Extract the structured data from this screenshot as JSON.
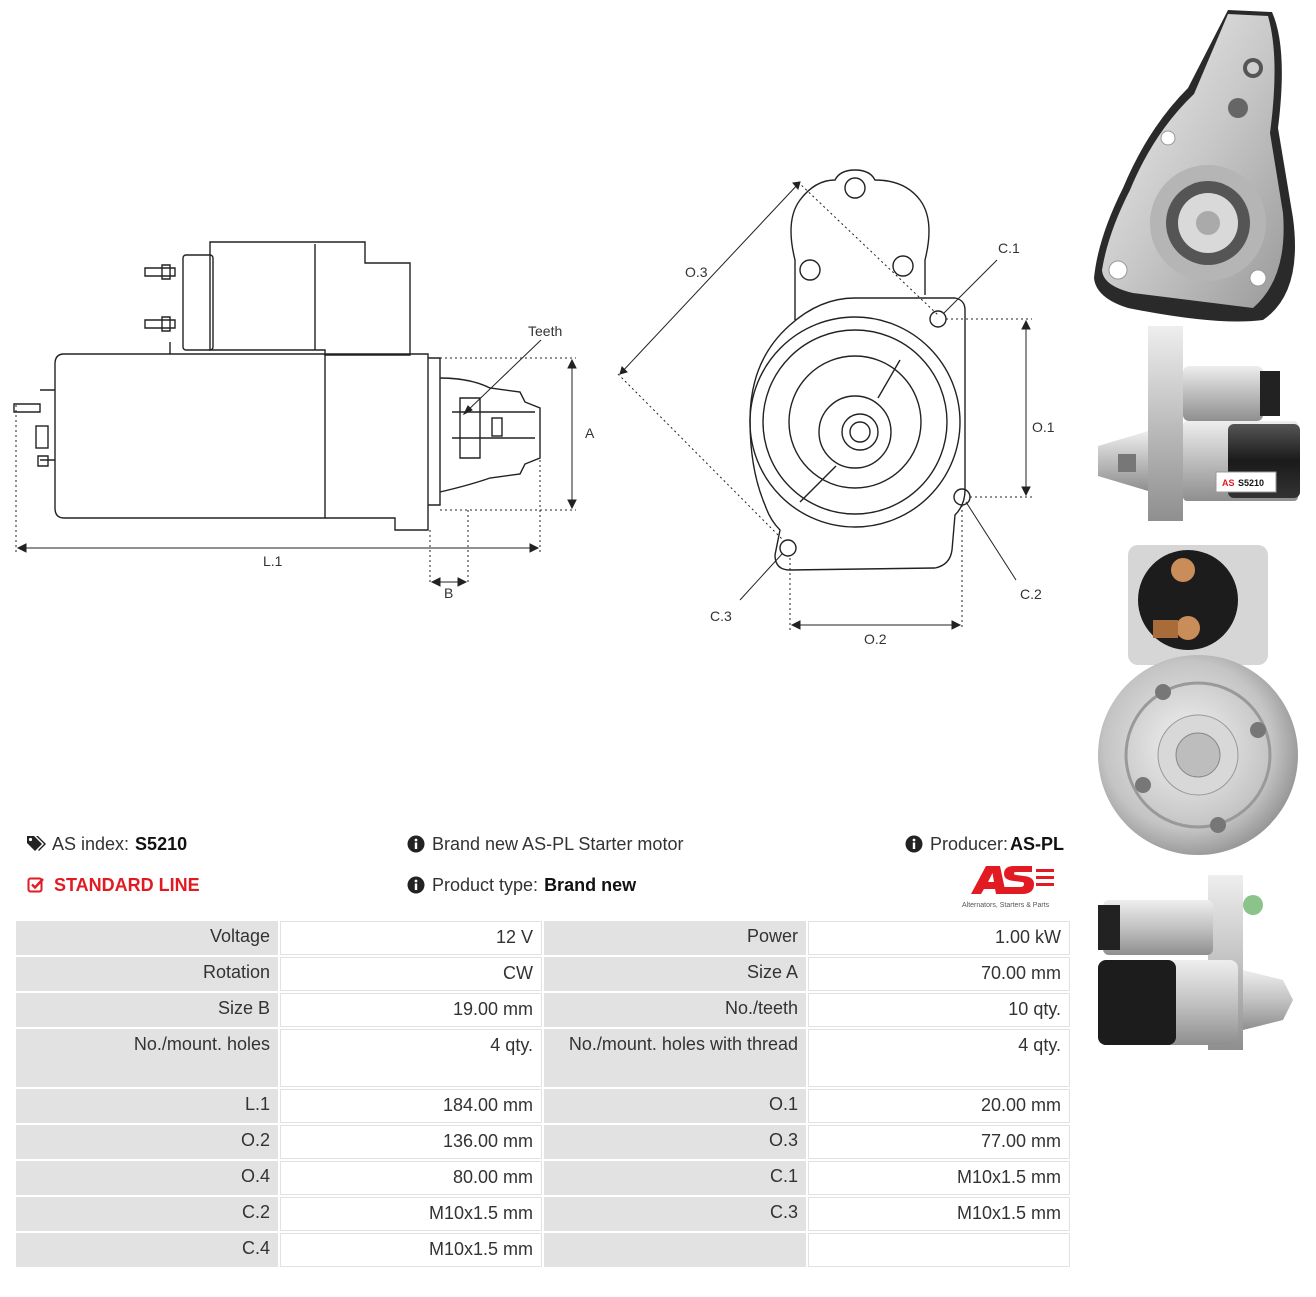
{
  "drawing": {
    "side_labels": {
      "teeth": "Teeth",
      "a": "A",
      "l1": "L.1",
      "b": "B"
    },
    "front_labels": {
      "o3": "O.3",
      "c1": "C.1",
      "o1": "O.1",
      "c2": "C.2",
      "c3": "C.3",
      "o2": "O.2"
    }
  },
  "info": {
    "as_index_label": "AS index:",
    "as_index_value": "S5210",
    "standard_line": "STANDARD LINE",
    "description": "Brand new AS-PL Starter motor",
    "product_type_label": "Product type:",
    "product_type_value": "Brand new",
    "producer_label": "Producer:",
    "producer_value": "AS-PL"
  },
  "logo": {
    "mark": "AS",
    "tagline": "Alternators, Starters & Parts",
    "color": "#e21a22"
  },
  "photos": {
    "label_text": "S5210"
  },
  "specs": [
    {
      "k1": "Voltage",
      "v1": "12 V",
      "k2": "Power",
      "v2": "1.00 kW"
    },
    {
      "k1": "Rotation",
      "v1": "CW",
      "k2": "Size A",
      "v2": "70.00 mm"
    },
    {
      "k1": "Size B",
      "v1": "19.00 mm",
      "k2": "No./teeth",
      "v2": "10 qty."
    },
    {
      "k1": "No./mount. holes",
      "v1": "4 qty.",
      "k2": "No./mount. holes with thread",
      "v2": "4 qty."
    },
    {
      "k1": "L.1",
      "v1": "184.00 mm",
      "k2": "O.1",
      "v2": "20.00 mm"
    },
    {
      "k1": "O.2",
      "v1": "136.00 mm",
      "k2": "O.3",
      "v2": "77.00 mm"
    },
    {
      "k1": "O.4",
      "v1": "80.00 mm",
      "k2": "C.1",
      "v2": "M10x1.5 mm"
    },
    {
      "k1": "C.2",
      "v1": "M10x1.5 mm",
      "k2": "C.3",
      "v2": "M10x1.5 mm"
    },
    {
      "k1": "C.4",
      "v1": "M10x1.5 mm",
      "k2": "",
      "v2": ""
    }
  ]
}
